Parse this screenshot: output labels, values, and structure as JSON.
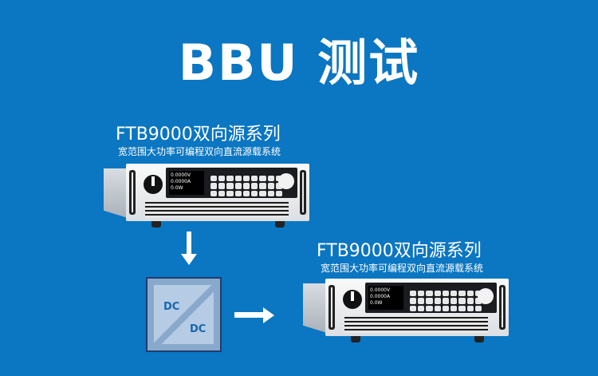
{
  "title": "BBU 测试",
  "product_top": {
    "name": "FTB9000双向源系列",
    "description": "宽范围大功率可编程双向直流源载系统"
  },
  "product_bottom": {
    "name": "FTB9000双向源系列",
    "description": "宽范围大功率可编程双向直流源载系统"
  },
  "converter": {
    "input_label": "DC",
    "output_label": "DC"
  },
  "lcd": {
    "line1": "0.0000V",
    "line2": "0.0000A",
    "line3": "0.0W"
  },
  "colors": {
    "background": "#0b76c1",
    "converter_fill": "#b6cce4",
    "converter_label": "#1566ad"
  }
}
